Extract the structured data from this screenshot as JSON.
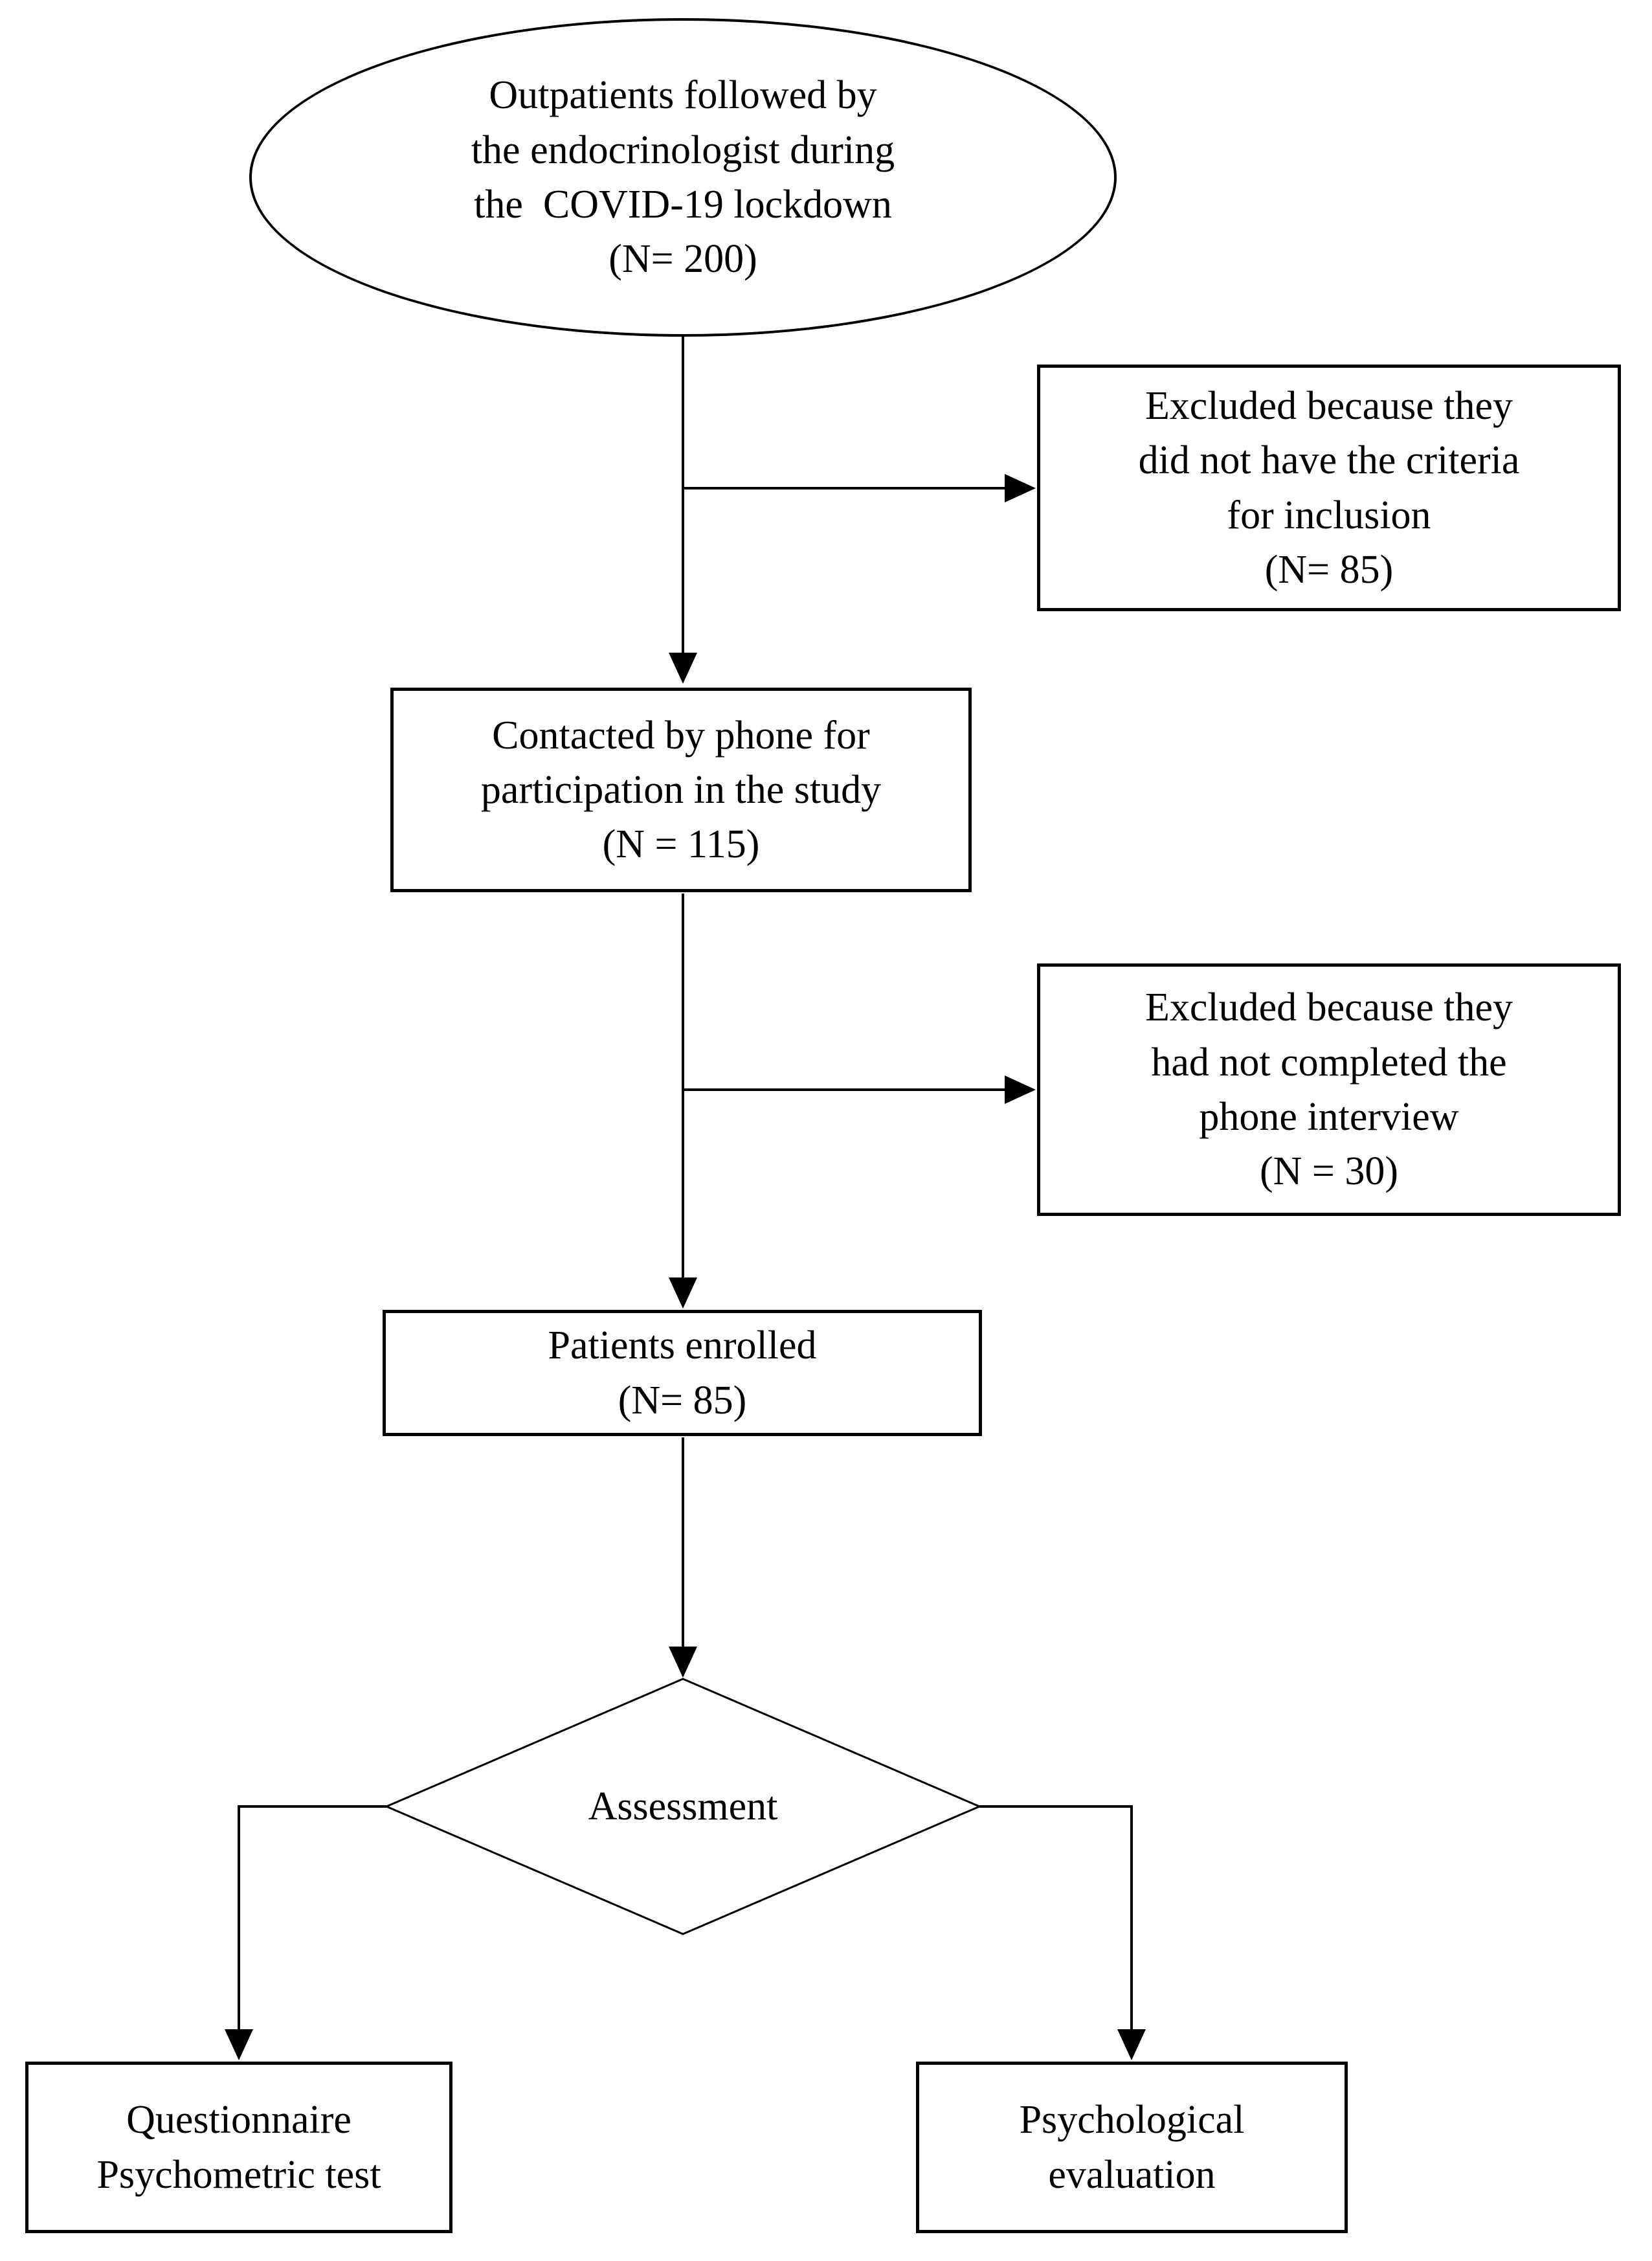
{
  "diagram": {
    "type": "flowchart",
    "background_color": "#ffffff",
    "stroke_color": "#000000",
    "text_color": "#000000",
    "nodes": {
      "start_ellipse": {
        "shape": "ellipse",
        "text": "Outpatients followed by\nthe endocrinologist during\nthe  COVID-19 lockdown\n(N= 200)"
      },
      "excluded_criteria": {
        "shape": "rect",
        "text": "Excluded because they\ndid not have the criteria\nfor inclusion\n(N= 85)"
      },
      "contacted": {
        "shape": "rect",
        "text": "Contacted by phone for\nparticipation in the study\n(N = 115)"
      },
      "excluded_interview": {
        "shape": "rect",
        "text": "Excluded because they\nhad not completed the\nphone interview\n(N = 30)"
      },
      "enrolled": {
        "shape": "rect",
        "text": "Patients enrolled\n(N= 85)"
      },
      "assessment": {
        "shape": "diamond",
        "text": "Assessment"
      },
      "questionnaire": {
        "shape": "rect",
        "text": "Questionnaire\nPsychometric test"
      },
      "psychological": {
        "shape": "rect",
        "text": "Psychological\nevaluation"
      }
    },
    "edges": [
      {
        "from": "start_ellipse",
        "to": "contacted"
      },
      {
        "from": "start_ellipse",
        "to": "excluded_criteria"
      },
      {
        "from": "contacted",
        "to": "enrolled"
      },
      {
        "from": "contacted",
        "to": "excluded_interview"
      },
      {
        "from": "enrolled",
        "to": "assessment"
      },
      {
        "from": "assessment",
        "to": "questionnaire"
      },
      {
        "from": "assessment",
        "to": "psychological"
      }
    ]
  }
}
